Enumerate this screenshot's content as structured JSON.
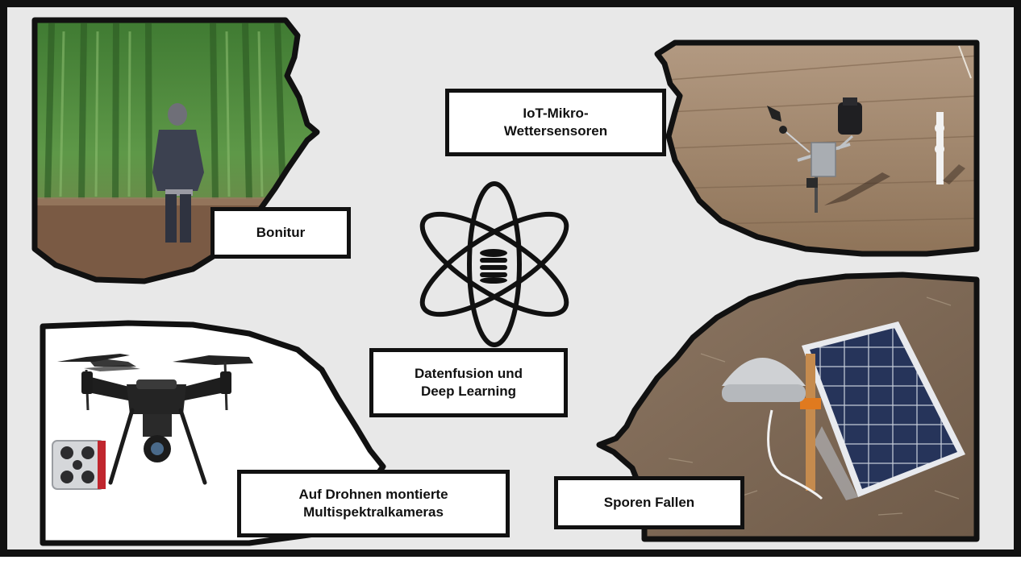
{
  "labels": {
    "bonitur": "Bonitur",
    "iot_line1": "IoT-Mikro-",
    "iot_line2": "Wettersensoren",
    "fusion_line1": "Datenfusion und",
    "fusion_line2": "Deep Learning",
    "drone_line1": "Auf Drohnen montierte",
    "drone_line2": "Multispektralkameras",
    "spore": "Sporen Fallen"
  },
  "colors": {
    "background": "#e8e8e8",
    "border": "#111111",
    "crop_green": "#4f8a3c",
    "soil_brown": "#9c7e62",
    "solar_blue": "#23324f"
  },
  "icons": [
    "atom-icon",
    "database-icon"
  ]
}
